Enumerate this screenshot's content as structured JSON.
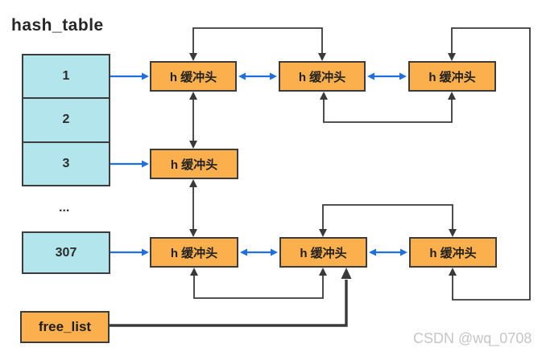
{
  "title": "hash_table",
  "watermark": "CSDN @wq_0708",
  "buckets": {
    "items": [
      "1",
      "2",
      "3"
    ],
    "ellipsis": "...",
    "last": "307"
  },
  "free_list_label": "free_list",
  "chains": {
    "bucket1": [
      "h 缓冲头",
      "h 缓冲头",
      "h 缓冲头"
    ],
    "bucket3": [
      "h 缓冲头"
    ],
    "bucket307": [
      "h 缓冲头",
      "h 缓冲头",
      "h 缓冲头"
    ]
  },
  "colors": {
    "bucket-fill": "#b3e6ec",
    "node-fill": "#fbb04d",
    "border": "#3c3c3c",
    "arrow-blue": "#1f6fe0",
    "arrow-black": "#3a3a3a",
    "watermark": "#c6c6c6"
  }
}
